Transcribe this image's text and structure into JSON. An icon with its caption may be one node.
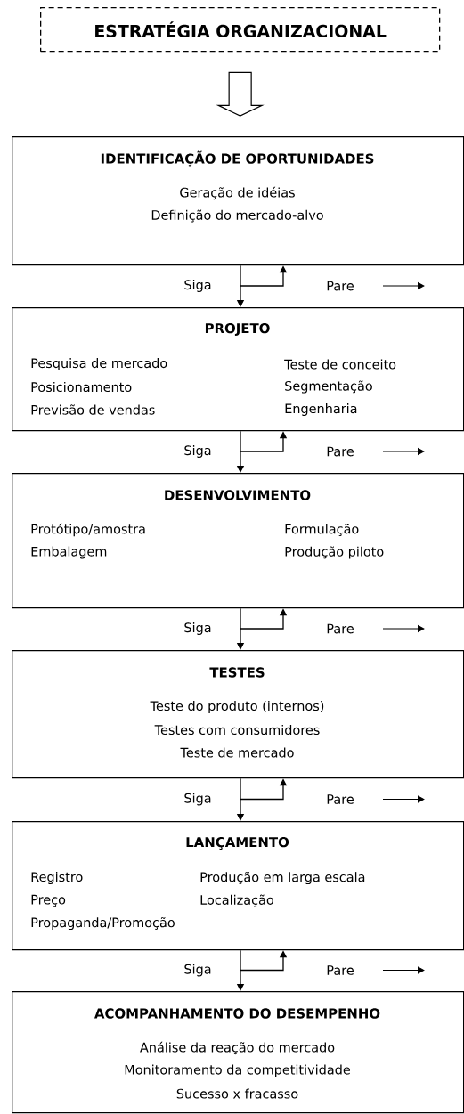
{
  "diagram": {
    "nodes": [
      {
        "text": [
          "ESTRATÉGIA ORGANIZACIONAL"
        ]
      },
      {
        "text": [
          "IDENTIFICAÇÃO DE OPORTUNIDADES",
          "Geração de idéias",
          "Definição do mercado-alvo"
        ]
      },
      {
        "text": [
          "PROJETO",
          "Pesquisa de mercado",
          "Teste de conceito",
          "Posicionamento",
          "Segmentação",
          "Previsão de vendas",
          "Engenharia"
        ]
      },
      {
        "text": [
          "DESENVOLVIMENTO",
          "Protótipo/amostra",
          "Formulação",
          "Embalagem",
          "Produção piloto"
        ]
      },
      {
        "text": [
          "TESTES",
          "Teste do produto (internos)",
          "Testes com consumidores",
          "Teste de mercado"
        ]
      },
      {
        "text": [
          "LANÇAMENTO",
          "Registro",
          "Produção em larga escala",
          "Preço",
          "Localização",
          "Propaganda/Promoção"
        ]
      },
      {
        "text": [
          "ACOMPANHAMENTO DO DESEMPENHO",
          "Análise da reação do mercado",
          "Monitoramento da competitividade",
          "Sucesso x fracasso"
        ]
      }
    ],
    "edges": [
      {
        "from": 0,
        "to": 1,
        "arrow": "to"
      },
      {
        "from": 1,
        "to": 2,
        "arrow": "to",
        "label": "Siga"
      },
      {
        "from": null,
        "to": 1,
        "arrow": "to"
      },
      {
        "from": 2,
        "to": 3,
        "arrow": "to",
        "label": "Siga"
      },
      {
        "from": null,
        "to": 2,
        "arrow": "to"
      },
      {
        "from": 3,
        "to": 4,
        "arrow": "to",
        "label": "Siga"
      },
      {
        "from": null,
        "to": 3,
        "arrow": "to"
      },
      {
        "from": 4,
        "to": 5,
        "arrow": "to",
        "label": "Siga"
      },
      {
        "from": null,
        "to": 4,
        "arrow": "to"
      },
      {
        "from": 5,
        "to": 6,
        "arrow": "to",
        "label": "Siga"
      },
      {
        "from": null,
        "to": 5,
        "arrow": "to"
      }
    ],
    "labels": [
      "Pare",
      "Pare",
      "Pare",
      "Pare",
      "Pare"
    ]
  }
}
